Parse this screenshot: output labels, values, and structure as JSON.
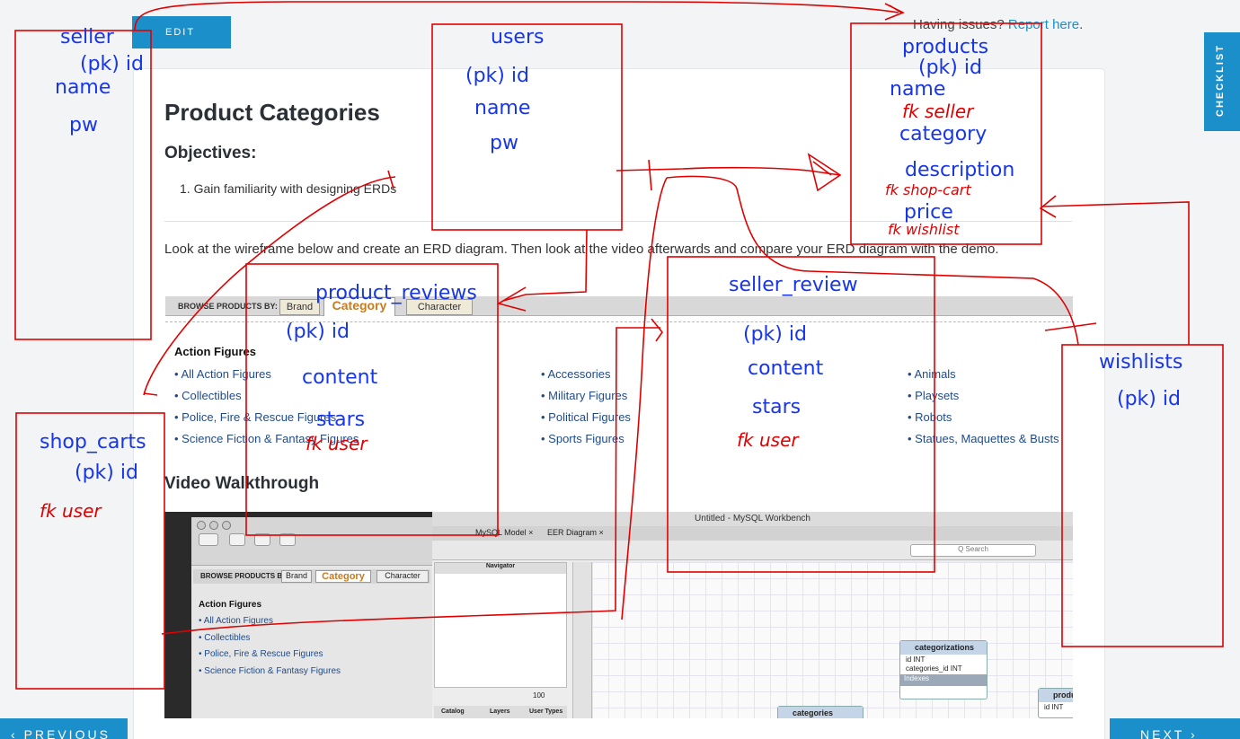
{
  "header": {
    "edit_label": "EDIT",
    "issues_text": "Having issues?",
    "issues_link": "Report here",
    "issues_tail": "."
  },
  "checklist_label": "CHECKLIST",
  "content": {
    "title": "Product Categories",
    "objectives_heading": "Objectives:",
    "objectives": [
      "1. Gain familiarity with designing ERDs"
    ],
    "paragraph": "Look at the wireframe below and create an ERD diagram. Then look at the video afterwards and compare your ERD diagram with the demo.",
    "video_heading": "Video Walkthrough"
  },
  "wireframe": {
    "browse_label": "BROWSE PRODUCTS BY:",
    "tabs": [
      "Brand",
      "Category",
      "Character"
    ],
    "active_tab": "Category",
    "section_title": "Action Figures",
    "col1": [
      "• All Action Figures",
      "• Collectibles",
      "• Police, Fire & Rescue Figures",
      "• Science Fiction & Fantasy Figures"
    ],
    "col2": [
      "• Accessories",
      "• Military Figures",
      "• Political Figures",
      "• Sports Figures"
    ],
    "col3": [
      "• Animals",
      "• Playsets",
      "• Robots",
      "• Statues, Maquettes & Busts"
    ]
  },
  "video": {
    "left_browse": "BROWSE PRODUCTS BY:",
    "left_tabs": [
      "Brand",
      "Category",
      "Character"
    ],
    "left_section": "Action Figures",
    "left_items": [
      "• All Action Figures",
      "• Collectibles",
      "• Police, Fire & Rescue Figures",
      "• Science Fiction & Fantasy Figures"
    ],
    "window_title": "Untitled - MySQL Workbench",
    "tabs": [
      "MySQL Model ×",
      "EER Diagram ×"
    ],
    "search_placeholder": "Q Search",
    "navigator": "Navigator",
    "zoom_value": "100",
    "bottom_tabs": [
      "Catalog",
      "Layers",
      "User Types"
    ],
    "tables": [
      {
        "name": "categorizations",
        "rows": [
          "id INT",
          "categories_id INT"
        ],
        "indexes": "Indexes"
      },
      {
        "name": "products",
        "rows": [
          "id INT"
        ]
      },
      {
        "name": "categories",
        "rows": []
      }
    ]
  },
  "footer": {
    "prev_label": "PREVIOUS",
    "next_label": "NEXT"
  },
  "annotations": {
    "seller": [
      "seller",
      "(pk) id",
      "name",
      "pw"
    ],
    "users": [
      "users",
      "(pk) id",
      "name",
      "pw"
    ],
    "products": [
      "products",
      "(pk) id",
      "name",
      "category",
      "description",
      "price"
    ],
    "products_fk": [
      "fk seller",
      "fk shop-cart",
      "fk wishlist"
    ],
    "product_reviews": [
      "product_reviews",
      "(pk) id",
      "content",
      "stars"
    ],
    "product_reviews_fk": "fk user",
    "seller_review": [
      "seller_review",
      "(pk) id",
      "content",
      "stars"
    ],
    "seller_review_fk": "fk user",
    "shop_carts": [
      "shop_carts",
      "(pk) id"
    ],
    "shop_carts_fk": "fk user",
    "wishlists": [
      "wishlists",
      "(pk) id"
    ],
    "ink_color": "#e00000",
    "text_color": "#1736e8"
  }
}
